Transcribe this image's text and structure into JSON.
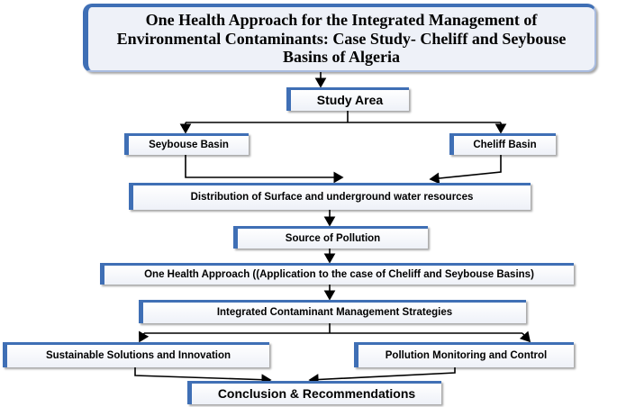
{
  "title": "One Health Approach for the Integrated Management of Environmental Contaminants: Case Study- Cheliff and Seybouse Basins of Algeria",
  "nodes": {
    "study_area": "Study Area",
    "seybouse_basin": "Seybouse Basin",
    "cheliff_basin": "Cheliff Basin",
    "distribution": "Distribution of Surface and underground water resources",
    "source_of_pollution": "Source of Pollution",
    "one_health_approach": "One Health Approach ((Application to the case of Cheliff and Seybouse Basins)",
    "integrated_strategies": "Integrated Contaminant Management Strategies",
    "sustainable_solutions": "Sustainable Solutions and Innovation",
    "pollution_monitoring": "Pollution Monitoring and Control",
    "conclusion": "Conclusion & Recommendations"
  },
  "colors": {
    "box_accent": "#3f6fb5",
    "title_border": "#a9bce0",
    "line": "#000000"
  }
}
